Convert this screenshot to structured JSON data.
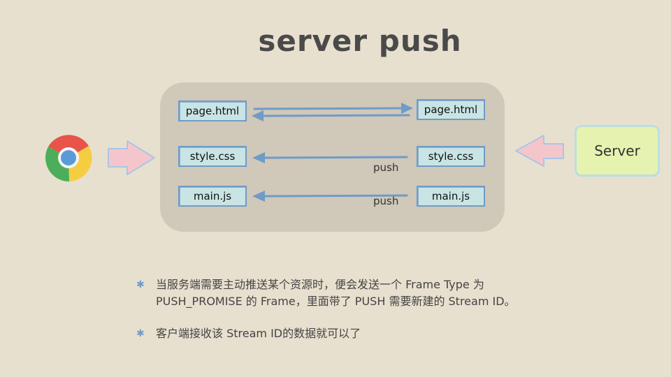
{
  "title": "server push",
  "files": {
    "client": [
      "page.html",
      "style.css",
      "main.js"
    ],
    "server": [
      "page.html",
      "style.css",
      "main.js"
    ]
  },
  "push_labels": [
    "push",
    "push"
  ],
  "server_label": "Server",
  "bullets": [
    "当服务端需要主动推送某个资源时，便会发送一个 Frame Type 为 PUSH_PROMISE 的 Frame，里面带了 PUSH 需要新建的 Stream ID。",
    "客户端接收该 Stream ID的数据就可以了"
  ],
  "icons": {
    "browser": "chrome-browser-icon",
    "bullet": "asterisk-bullet-icon"
  },
  "colors": {
    "background": "#e8e0cf",
    "panel": "#d0c8b8",
    "file_fill": "#c9e4e4",
    "file_border": "#6f9bc8",
    "arrow": "#6f9bc8",
    "big_arrow_fill": "#f4c6cc",
    "big_arrow_stroke": "#a9c6e6",
    "server_fill": "#e6f2b0"
  }
}
